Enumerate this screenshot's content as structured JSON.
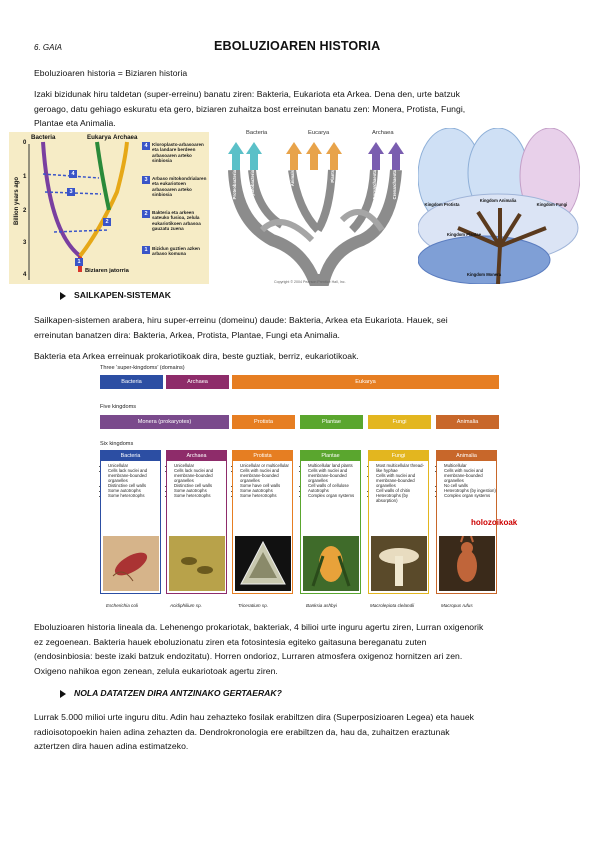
{
  "header": {
    "unit": "6. GAIA",
    "title": "EBOLUZIOAREN HISTORIA"
  },
  "paragraphs": {
    "p1": "Eboluzioaren historia = Biziaren historia",
    "p2a": "Izaki bizidunak hiru taldetan (super-erreinu) banatu ziren: Bakteria, Eukariota eta Arkea. Dena den, urte batzuk",
    "p2b": "geroago, datu gehiago eskuratu eta gero, biziaren zuhaitza bost erreinutan banatu zen: Monera, Protista, Fungi,",
    "p2c": "Plantae eta Animalia.",
    "s1": "SAILKAPEN-SISTEMAK",
    "p3a": "Sailkapen-sistemen arabera, hiru super-erreinu (domeinu) daude: Bakteria, Arkea eta Eukariota. Hauek, sei",
    "p3b": "erreinutan banatzen dira: Bakteria, Arkea, Protista, Plantae, Fungi eta Animalia.",
    "p4": "Bakteria eta Arkea erreinuak prokariotikoak dira, beste guztiak, berriz, eukariotikoak.",
    "p5a": "Eboluzioaren historia lineala da. Lehenengo prokariotak, bakteriak, 4 bilioi urte inguru agertu ziren, Lurran oxigenorik",
    "p5b": "ez zegoenean. Bakteria hauek eboluzionatu ziren eta fotosintesia egiteko gaitasuna bereganatu zuten",
    "p5c": "(endosinbiosia: beste izaki batzuk endozitatu). Horren ondorioz, Lurraren atmosfera oxigenoz hornitzen ari zen.",
    "p5d": "Oxigeno nahikoa egon zenean, zelula eukariotoak agertu ziren.",
    "s2": "NOLA DATATZEN DIRA ANTZINAKO GERTAERAK?",
    "p6a": "Lurrak 5.000 milioi urte inguru ditu. Adin hau zehazteko fosilak erabiltzen dira (Superposizioaren Legea) eta hauek",
    "p6b": "radioisotopoekin haien adina zehazten da. Dendrokronologia ere erabiltzen da, hau da, zuhaitzen eraztunak",
    "p6c": "aztertzen dira hauen adina estimatzeko."
  },
  "figure1": {
    "bacteria": "Bacteria",
    "eukarya": "Eukarya",
    "archaea": "Archaea",
    "ylabel": "Billion years ago",
    "ticks": [
      "0",
      "1",
      "2",
      "3",
      "4"
    ],
    "origin": "Biziaren jatorria",
    "legend": [
      {
        "n": "4",
        "text": "Kloroplasto-arbasoaren eta landare berdeen arbasoaren arteko sinbiosia"
      },
      {
        "n": "3",
        "text": "Arbaso mitokondrialaren eta eukariotoen arbasoaren arteko sinbiosia"
      },
      {
        "n": "2",
        "text": "Bakteria eta arkeen sateuko fusioa, zelula eukariotikoen arbasoa gauzatu zuena"
      },
      {
        "n": "1",
        "text": "Bizidun guztien azken arbaso komuna"
      }
    ],
    "colors": {
      "bacteria": "#7a3fa0",
      "eukarya": "#2a8a3a",
      "archaea": "#e6a817",
      "root": "#d9342b"
    }
  },
  "figure2": {
    "bacteria": "Bacteria",
    "eucarya": "Eucarya",
    "archaea": "Archaea",
    "branches": [
      "Proteobacteria",
      "Cyanobacteria",
      "Animals",
      "Fungi",
      "Plants",
      "Euryarchaeota",
      "Crenarchaeota"
    ],
    "credit": "Copyright © 2004 Pearson Prentice Hall, Inc."
  },
  "figure3": {
    "kingdoms": [
      "Kingdom Protista",
      "Kingdom Animalia",
      "Kingdom Fungi",
      "Kingdom Plantae",
      "Kingdom Monera"
    ]
  },
  "figure4": {
    "domains_label": "Three ‘super-kingdoms’ (domains)",
    "domains": [
      "Bacteria",
      "Archaea",
      "Eukarya"
    ],
    "five_label": "Five kingdoms",
    "five": [
      "Monera (prokaryotes)",
      "Protista",
      "Plantae",
      "Fungi",
      "Animalia"
    ],
    "six_label": "Six kingdoms",
    "six": [
      {
        "name": "Bacteria",
        "color": "#2c4ea3",
        "items": [
          "Unicellular",
          "Cells lack nuclei and membrane-bounded organelles",
          "Distinctive cell walls",
          "Some autotrophs",
          "Some heterotrophs"
        ],
        "caption": "Escherichia coli"
      },
      {
        "name": "Archaea",
        "color": "#8e2c6a",
        "items": [
          "Unicellular",
          "Cells lack nuclei and membrane-bounded organelles",
          "Distinctive cell walls",
          "Some autotrophs",
          "Some heterotrophs"
        ],
        "caption": "Acidiphilium sp."
      },
      {
        "name": "Protista",
        "color": "#e67e22",
        "items": [
          "Unicellular or multicellular",
          "Cells with nuclei and membrane-bounded organelles",
          "Some have cell walls",
          "Some autotrophs",
          "Some heterotrophs"
        ],
        "caption": "Triceratium sp."
      },
      {
        "name": "Plantae",
        "color": "#5aa62e",
        "items": [
          "Multicellular land plants",
          "Cells with nuclei and membrane-bounded organelles",
          "Cell walls of cellulose",
          "Autotrophs",
          "Complex organ systems"
        ],
        "caption": "Banksia ashbyi"
      },
      {
        "name": "Fungi",
        "color": "#e3b61f",
        "items": [
          "Most multicellular thread-like hyphae",
          "Cells with nuclei and membrane-bounded organelles",
          "Cell walls of chitin",
          "Heterotrophs (by absorption)"
        ],
        "caption": "Macrolepiota clelandii"
      },
      {
        "name": "Animalia",
        "color": "#c8672a",
        "items": [
          "Multicellular",
          "Cells with nuclei and membrane-bounded organelles",
          "No cell walls",
          "Heterotrophs (by ingestion)",
          "Complex organ systems"
        ],
        "caption": "Macropus rufus"
      }
    ],
    "annotation": "holozoikoak"
  }
}
